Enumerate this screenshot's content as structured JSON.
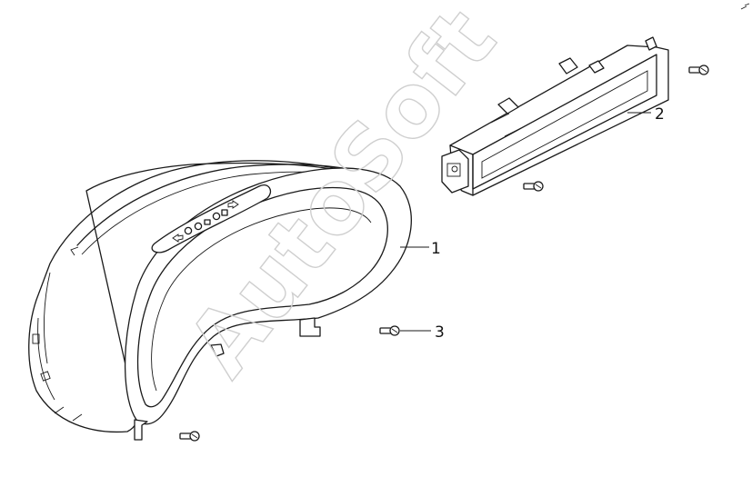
{
  "watermark": "AutoSoft",
  "callouts": [
    {
      "id": "1",
      "label": "1"
    },
    {
      "id": "2",
      "label": "2"
    },
    {
      "id": "3",
      "label": "3"
    }
  ],
  "colors": {
    "line": "#1a1a1a",
    "watermark": "#cfcfcf",
    "background": "#ffffff"
  }
}
